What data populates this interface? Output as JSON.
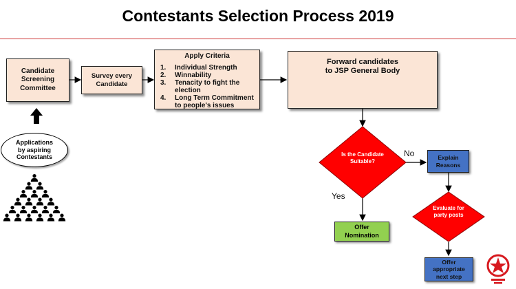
{
  "title": "Contestants Selection Process 2019",
  "boxes": {
    "screening": "Candidate Screening Committee",
    "survey": "Survey every Candidate",
    "criteria_title": "Apply Criteria",
    "criteria": [
      {
        "num": "1.",
        "text": "Individual Strength"
      },
      {
        "num": "2.",
        "text": "Winnability"
      },
      {
        "num": "3.",
        "text": "Tenacity to fight the election"
      },
      {
        "num": "4.",
        "text": "Long Term Commitment to people's issues"
      }
    ],
    "forward_line1": "Forward candidates",
    "forward_line2": "to JSP General Body",
    "applications": "Applications by aspiring Contestants"
  },
  "flow": {
    "decision1": "Is the Candidate Suitable?",
    "yes_label": "Yes",
    "no_label": "No",
    "offer_nomination": "Offer Nomination",
    "explain_reasons": "Explain Reasons",
    "decision2": "Evaluate for party posts",
    "next_step": "Offer appropriate next step"
  },
  "colors": {
    "box_fill": "#fbe5d6",
    "decision_fill": "#ff0000",
    "yes_fill": "#92d050",
    "no_fill": "#4472c4",
    "logo": "#d7191f"
  }
}
